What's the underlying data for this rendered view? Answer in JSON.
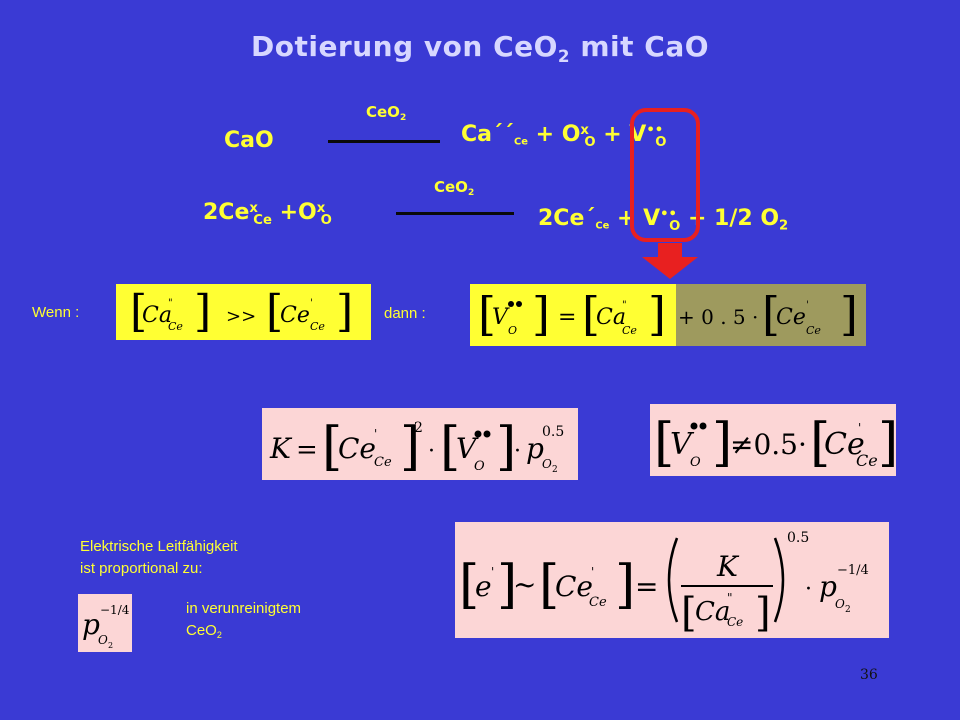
{
  "title": "Dotierung von CeO",
  "title_sub": "2",
  "title_tail": " mit CaO",
  "reaction1": {
    "reactant": "CaO",
    "over_arrow": "CeO",
    "over_arrow_sub": "2",
    "product": "Ca´´",
    "product_sub": "Ce",
    "plus1": " + O",
    "ox_sup": "x",
    "ox_sub": "O",
    "plus2": " + V",
    "v_sup": "••",
    "v_sub": "O"
  },
  "reaction2": {
    "reactant": "2Ce",
    "ce_sup": "x",
    "ce_sub": "Ce",
    "plus": " +O",
    "o_sup": "x",
    "o_sub": "O",
    "over_arrow": "CeO",
    "over_arrow_sub": "2",
    "product": "2Ce´",
    "product_sub": "Ce",
    "plus1": " + V",
    "v_sup": "••",
    "v_sub": "O",
    "plus2": " + 1/2 O",
    "o2_sub": "2"
  },
  "conditions": {
    "wenn_label": "Wenn :",
    "dann_label": "dann :"
  },
  "formulas": {
    "wenn": "[Ca''Ce] >> [Ce'Ce]",
    "dann": "[V••O] = [Ca''Ce] + 0.5·[Ce'Ce]",
    "mass_action": "K = [Ce'Ce]² · [V••O] · pO2^0.5",
    "inequality": "[V••O] ≠ 0.5·[Ce'Ce]",
    "proportionality": "[e'] ~ [Ce'Ce] = (K / [Ca''Ce])^0.5 · pO2^(-1/4)",
    "pressure_dep": "pO2^(-1/4)"
  },
  "conductivity": {
    "line1": "Elektrische Leitfähigkeit",
    "line2": "ist proportional zu:",
    "doped1": "in verunreinigtem",
    "doped2": "CeO",
    "doped2_sub": "2"
  },
  "page_number": "36",
  "colors": {
    "background": "#3a3ad4",
    "text_yellow": "#ffff33",
    "highlight_red": "#e82020",
    "box_pink": "#fcd6d6",
    "box_yellow": "#ffff33",
    "box_olive": "#9e9a5e"
  }
}
